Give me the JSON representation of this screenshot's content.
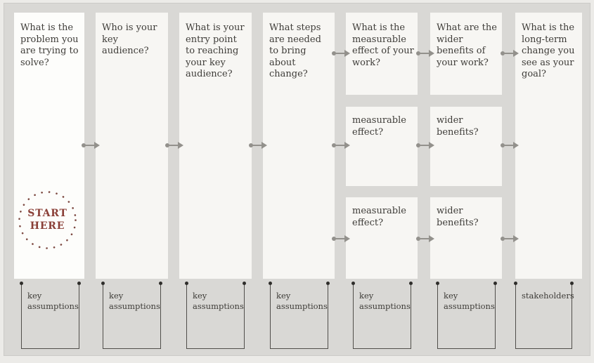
{
  "columns": [
    {
      "question": "What is the problem you are trying to solve?",
      "bottom_label": "key assumptions"
    },
    {
      "question": "Who is your key audience?",
      "bottom_label": "key assumptions"
    },
    {
      "question": "What is your entry point to reaching your key audience?",
      "bottom_label": "key assumptions"
    },
    {
      "question": "What steps are needed to bring about change?",
      "bottom_label": "key assumptions"
    },
    {
      "question": "What is the measurable effect of your work?",
      "repeat_label": "measurable effect?",
      "bottom_label": "key assumptions"
    },
    {
      "question": "What are the wider benefits of your work?",
      "repeat_label": "wider benefits?",
      "bottom_label": "key assumptions"
    },
    {
      "question": "What is the long-term change you see as your goal?",
      "bottom_label": "stakeholders"
    }
  ],
  "start_badge": {
    "line1": "START",
    "line2": "HERE"
  },
  "colors": {
    "board_bg": "#d9d8d5",
    "card_bg": "#f7f6f3",
    "first_card_bg": "#fdfdfb",
    "arrow_gray": "#93918c",
    "start_red": "#8a3f37",
    "text": "#3e3c38",
    "bracket_line": "#504e4a"
  }
}
